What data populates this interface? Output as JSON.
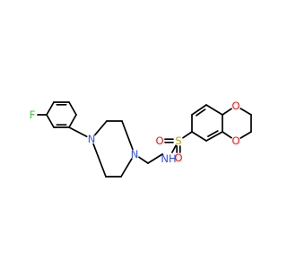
{
  "molecule": {
    "atoms": [
      {
        "id": "F",
        "label": "F",
        "color": "#33cc33"
      },
      {
        "id": "N1",
        "label": "N",
        "color": "#3050f8"
      },
      {
        "id": "N2",
        "label": "N",
        "color": "#3050f8"
      },
      {
        "id": "NH",
        "label": "NH",
        "color": "#3050f8"
      },
      {
        "id": "S",
        "label": "S",
        "color": "#b8a000"
      },
      {
        "id": "OS1",
        "label": "O",
        "color": "#ff0d0d"
      },
      {
        "id": "OS2",
        "label": "O",
        "color": "#ff0d0d"
      },
      {
        "id": "OR1",
        "label": "O",
        "color": "#ff0d0d"
      },
      {
        "id": "OR2",
        "label": "O",
        "color": "#ff0d0d"
      }
    ],
    "bond_color": "#000000"
  }
}
